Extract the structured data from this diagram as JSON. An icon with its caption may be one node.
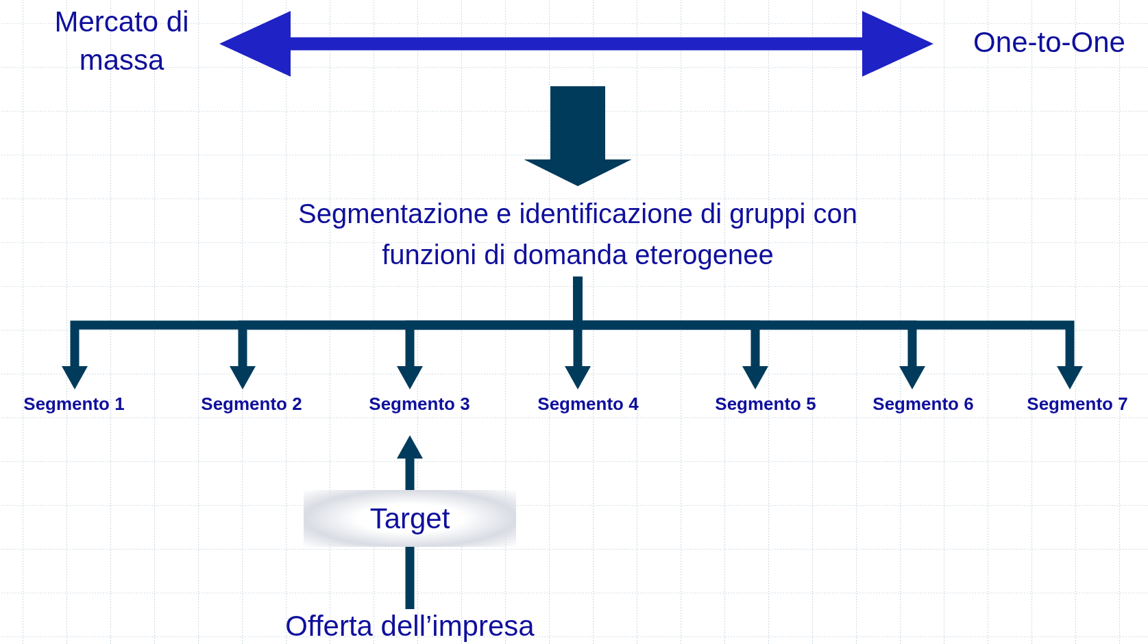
{
  "diagram": {
    "nodes": [
      {
        "text": [
          "Mercato di massa"
        ]
      },
      {
        "text": [
          "One-to-One"
        ]
      },
      {
        "text": [
          "Segmentazione e identificazione di gruppi con funzioni di domanda eterogenee"
        ]
      },
      {
        "text": [
          "Segmento 1"
        ]
      },
      {
        "text": [
          "Segmento 2"
        ]
      },
      {
        "text": [
          "Segmento 3"
        ]
      },
      {
        "text": [
          "Segmento 4"
        ]
      },
      {
        "text": [
          "Segmento 5"
        ]
      },
      {
        "text": [
          "Segmento 6"
        ]
      },
      {
        "text": [
          "Segmento 7"
        ]
      },
      {
        "text": [
          "Target"
        ]
      },
      {
        "text": [
          "Offerta dell’impresa"
        ]
      }
    ],
    "edges": [
      {
        "from": 0,
        "to": 1,
        "arrow": "both",
        "color": "#1f22c4"
      },
      {
        "from": null,
        "to": 2,
        "arrow": "to",
        "style": "thick"
      },
      {
        "from": 2,
        "to": 3,
        "arrow": "to"
      },
      {
        "from": 2,
        "to": 4,
        "arrow": "to"
      },
      {
        "from": 2,
        "to": 5,
        "arrow": "to"
      },
      {
        "from": 2,
        "to": 6,
        "arrow": "to"
      },
      {
        "from": 2,
        "to": 7,
        "arrow": "to"
      },
      {
        "from": 2,
        "to": 8,
        "arrow": "to"
      },
      {
        "from": 2,
        "to": 9,
        "arrow": "to"
      },
      {
        "from": 11,
        "to": 10,
        "arrow": "none"
      },
      {
        "from": 10,
        "to": 5,
        "arrow": "to"
      }
    ]
  }
}
